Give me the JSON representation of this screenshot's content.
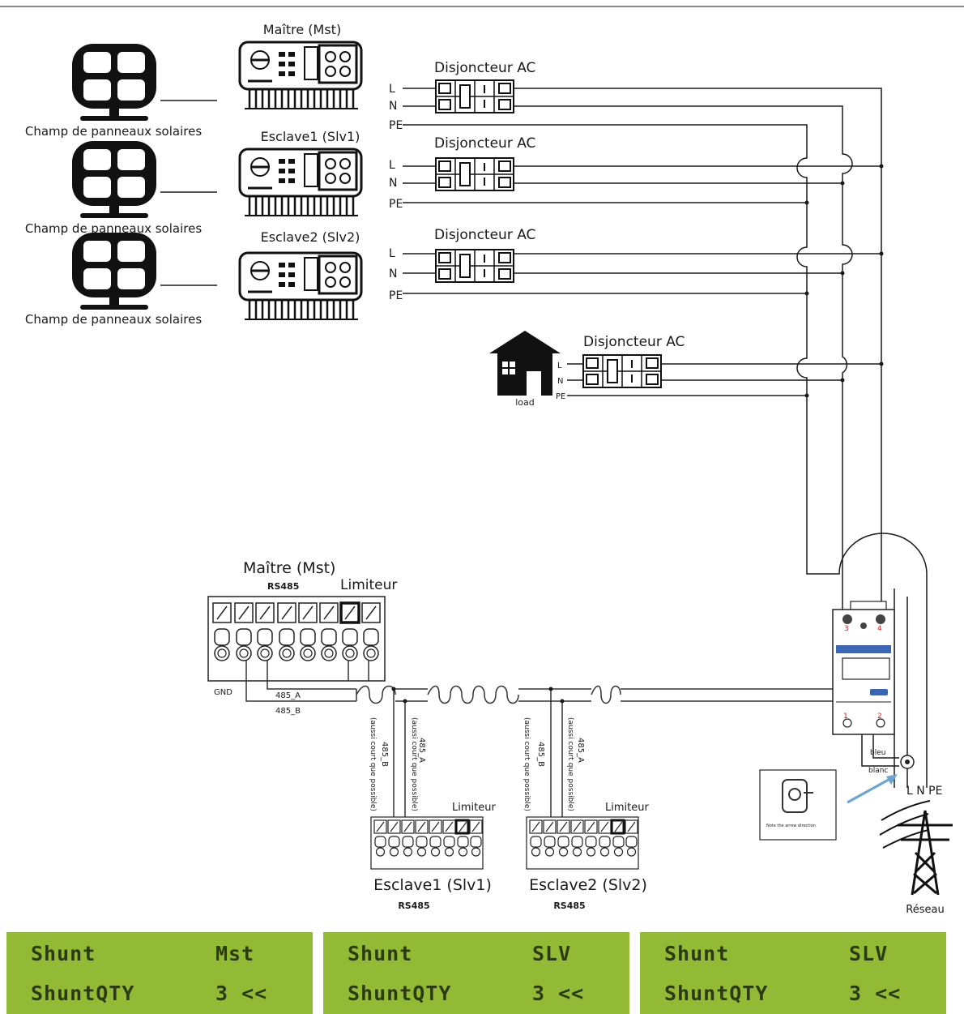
{
  "top_inverters": [
    {
      "title": "Maître (Mst)",
      "panel_label": "Champ de panneaux solaires",
      "breaker_label": "Disjoncteur AC",
      "terminals": [
        "L",
        "N",
        "PE"
      ]
    },
    {
      "title": "Esclave1 (Slv1)",
      "panel_label": "Champ de panneaux solaires",
      "breaker_label": "Disjoncteur AC",
      "terminals": [
        "L",
        "N",
        "PE"
      ]
    },
    {
      "title": "Esclave2 (Slv2)",
      "panel_label": "Champ de panneaux solaires",
      "breaker_label": "Disjoncteur AC",
      "terminals": [
        "L",
        "N",
        "PE"
      ]
    }
  ],
  "load": {
    "label": "load",
    "breaker_label": "Disjoncteur AC",
    "terminals": [
      "L",
      "N",
      "PE"
    ]
  },
  "master_terminal": {
    "title": "Maître (Mst)",
    "rs485_label": "RS485",
    "limiter_label": "Limiteur",
    "gnd_label": "GND",
    "a_label": "485_A",
    "b_label": "485_B"
  },
  "slave_terminals": [
    {
      "title": "Esclave1 (Slv1)",
      "rs485_label": "RS485",
      "limiter_label": "Limiteur",
      "b_label": "485_B",
      "a_label": "485_A",
      "note_b": "(aussi court que possible)",
      "note_a": "(aussi court que possible)"
    },
    {
      "title": "Esclave2 (Slv2)",
      "rs485_label": "RS485",
      "limiter_label": "Limiteur",
      "b_label": "485_B",
      "a_label": "485_A",
      "note_b": "(aussi court que possible)",
      "note_a": "(aussi court que possible)"
    }
  ],
  "meter": {
    "terminal_numbers": [
      "3",
      "4",
      "1",
      "2"
    ],
    "wire_blue": "bleu",
    "wire_white": "blanc"
  },
  "ct_note": "Note the arrow direction",
  "grid": {
    "label": "Réseau",
    "phases": "L N PE"
  },
  "lcd_panels": [
    {
      "row1_left": "Shunt",
      "row1_right": "Mst",
      "row2_left": "ShuntQTY",
      "row2_right": "3 <<"
    },
    {
      "row1_left": "Shunt",
      "row1_right": "SLV",
      "row2_left": "ShuntQTY",
      "row2_right": "3 <<"
    },
    {
      "row1_left": "Shunt",
      "row1_right": "SLV",
      "row2_left": "ShuntQTY",
      "row2_right": "3 <<"
    }
  ],
  "colors": {
    "lcd_background": "#93ba34",
    "lcd_text": "#2c3a14",
    "wire": "#1a1a1a",
    "ct_arrow": "#6aa3d6"
  }
}
